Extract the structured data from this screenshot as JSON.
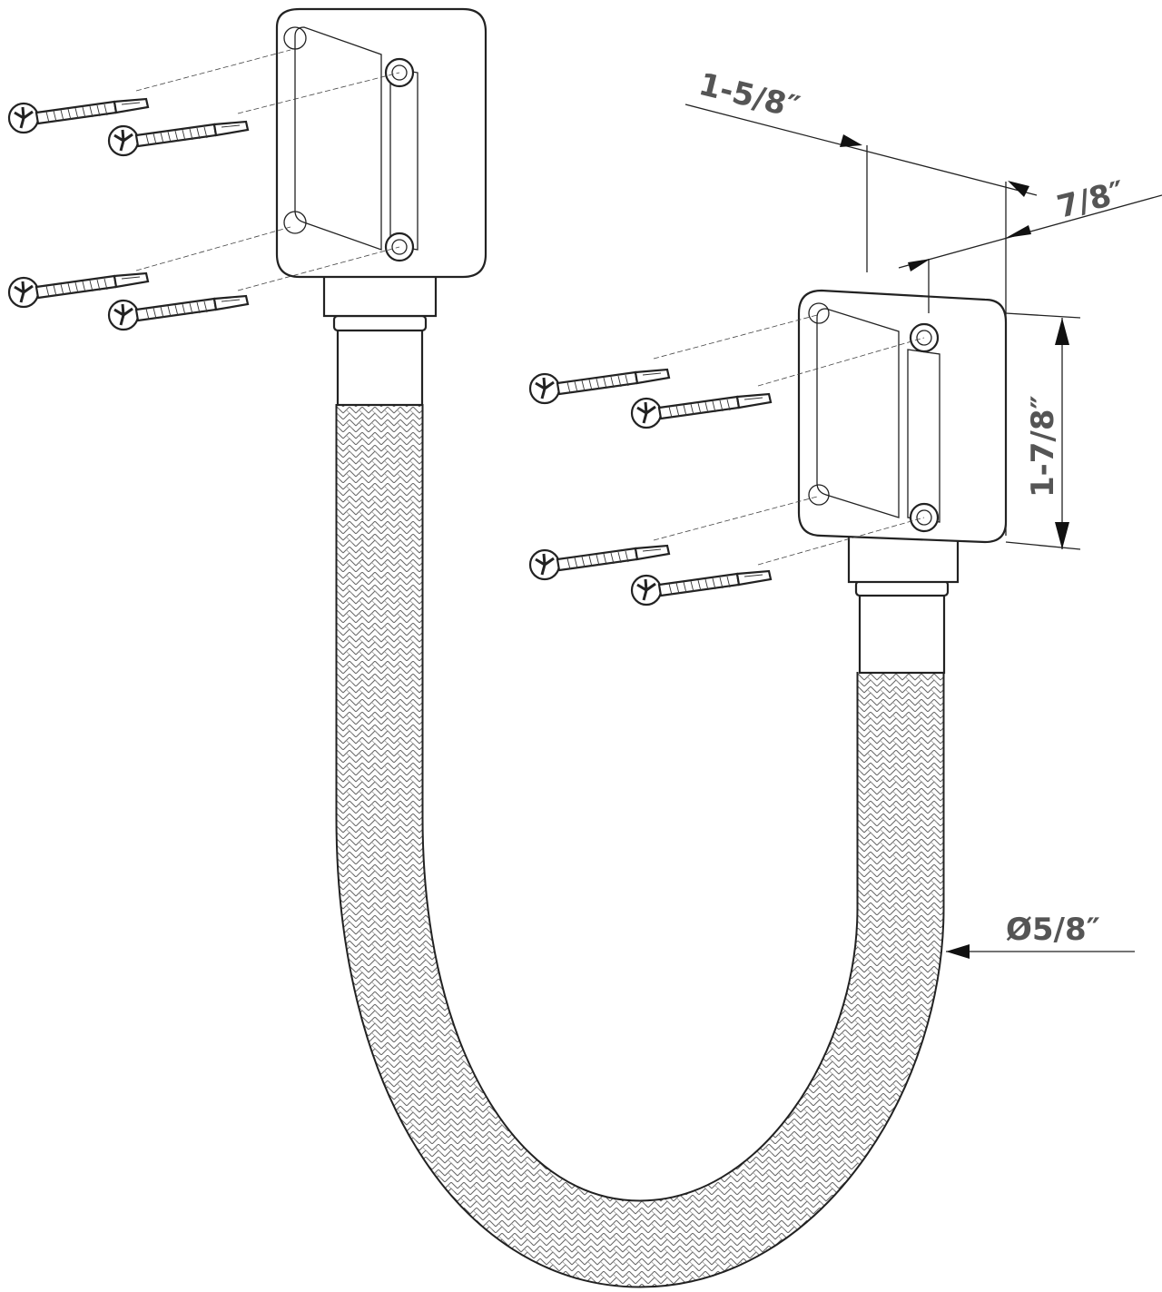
{
  "dimensions": {
    "bracket_width": "1-5/8″",
    "bracket_depth": "7/8″",
    "bracket_height": "1-7/8″",
    "hose_diameter": "Ø5/8″"
  },
  "colors": {
    "line": "#222222",
    "label": "#555555",
    "braid": "#777777"
  }
}
